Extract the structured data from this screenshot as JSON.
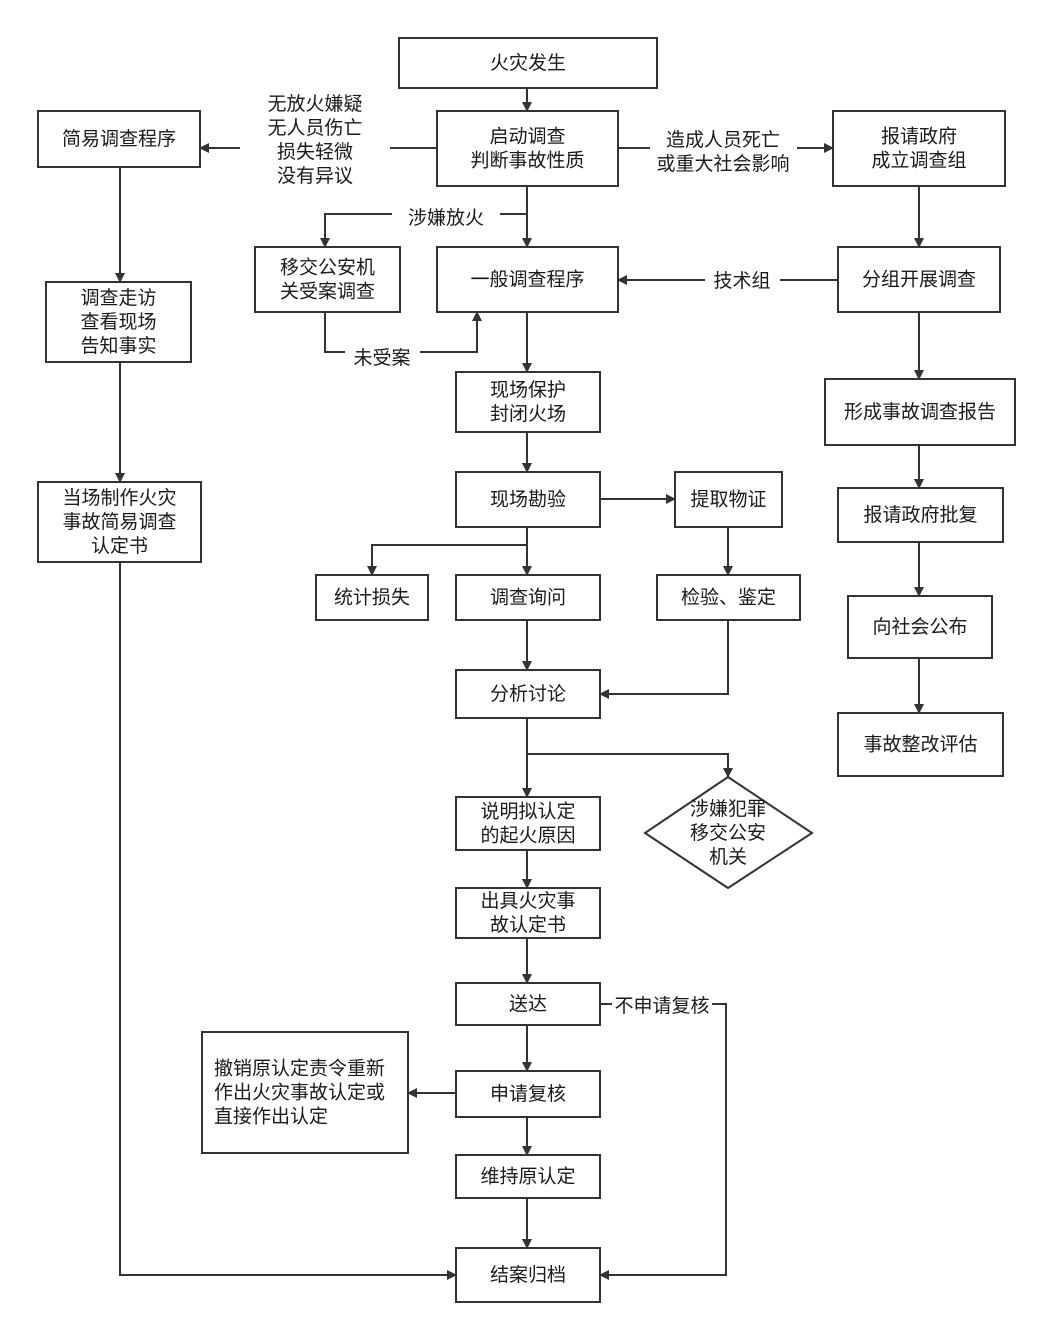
{
  "nodes": {
    "fire": {
      "lines": [
        "火灾发生"
      ]
    },
    "start": {
      "lines": [
        "启动调查",
        "判断事故性质"
      ]
    },
    "simple": {
      "lines": [
        "简易调查程序"
      ]
    },
    "gov": {
      "lines": [
        "报请政府",
        "成立调查组"
      ]
    },
    "police": {
      "lines": [
        "移交公安机",
        "关受案调查"
      ]
    },
    "general": {
      "lines": [
        "一般调查程序"
      ]
    },
    "group": {
      "lines": [
        "分组开展调查"
      ]
    },
    "visit": {
      "lines": [
        "调查走访",
        "查看现场",
        "告知事实"
      ]
    },
    "onsite": {
      "lines": [
        "当场制作火灾",
        "事故简易调查",
        "认定书"
      ]
    },
    "protect": {
      "lines": [
        "现场保护",
        "封闭火场"
      ]
    },
    "report": {
      "lines": [
        "形成事故调查报告"
      ]
    },
    "survey": {
      "lines": [
        "现场勘验"
      ]
    },
    "evidence": {
      "lines": [
        "提取物证"
      ]
    },
    "approve": {
      "lines": [
        "报请政府批复"
      ]
    },
    "loss": {
      "lines": [
        "统计损失"
      ]
    },
    "inquiry": {
      "lines": [
        "调查询问"
      ]
    },
    "inspect": {
      "lines": [
        "检验、鉴定"
      ]
    },
    "publish": {
      "lines": [
        "向社会公布"
      ]
    },
    "analyze": {
      "lines": [
        "分析讨论"
      ]
    },
    "rectify": {
      "lines": [
        "事故整改评估"
      ]
    },
    "crime": {
      "lines": [
        "涉嫌犯罪",
        "移交公安",
        "机关"
      ]
    },
    "explain": {
      "lines": [
        "说明拟认定",
        "的起火原因"
      ]
    },
    "issue": {
      "lines": [
        "出具火灾事",
        "故认定书"
      ]
    },
    "deliver": {
      "lines": [
        "送达"
      ]
    },
    "review": {
      "lines": [
        "申请复核"
      ]
    },
    "revoke": {
      "lines": [
        "撤销原认定责令重新",
        "作出火灾事故认定或",
        "直接作出认定"
      ]
    },
    "maintain": {
      "lines": [
        "维持原认定"
      ]
    },
    "close": {
      "lines": [
        "结案归档"
      ]
    }
  },
  "edge_labels": {
    "simple_cond": [
      "无放火嫌疑",
      "无人员伤亡",
      "损失轻微",
      "没有异议"
    ],
    "gov_cond": [
      "造成人员死亡",
      "或重大社会影响"
    ],
    "arson": [
      "涉嫌放火"
    ],
    "tech": [
      "技术组"
    ],
    "not_accepted": [
      "未受案"
    ],
    "no_review": [
      "不申请复核"
    ]
  }
}
